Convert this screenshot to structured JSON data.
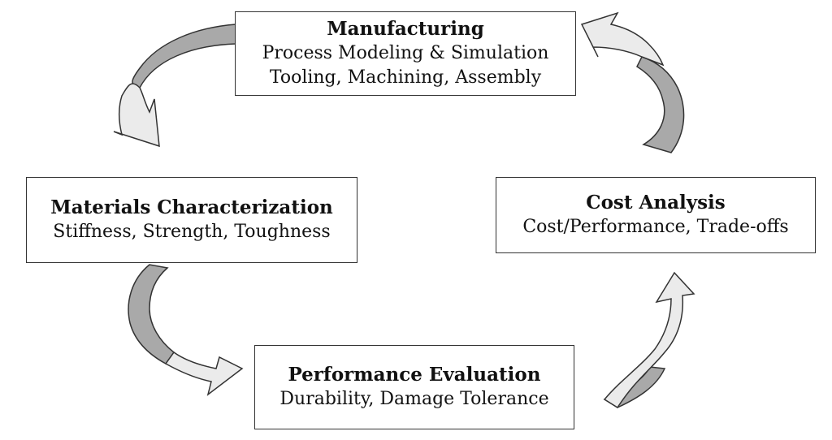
{
  "diagram": {
    "nodes": [
      {
        "id": "manufacturing",
        "title": "Manufacturing",
        "lines": [
          "Process Modeling & Simulation",
          "Tooling, Machining, Assembly"
        ]
      },
      {
        "id": "materials",
        "title": "Materials Characterization",
        "lines": [
          "Stiffness, Strength, Toughness"
        ]
      },
      {
        "id": "cost",
        "title": "Cost Analysis",
        "lines": [
          "Cost/Performance, Trade-offs"
        ]
      },
      {
        "id": "performance",
        "title": "Performance Evaluation",
        "lines": [
          "Durability, Damage Tolerance"
        ]
      }
    ],
    "edges": [
      {
        "from": "manufacturing",
        "to": "materials"
      },
      {
        "from": "materials",
        "to": "performance"
      },
      {
        "from": "performance",
        "to": "cost"
      },
      {
        "from": "cost",
        "to": "manufacturing"
      }
    ],
    "colors": {
      "arrow_dark": "#a9a9a9",
      "arrow_light": "#ebebeb",
      "border": "#333333",
      "background": "#ffffff"
    }
  }
}
